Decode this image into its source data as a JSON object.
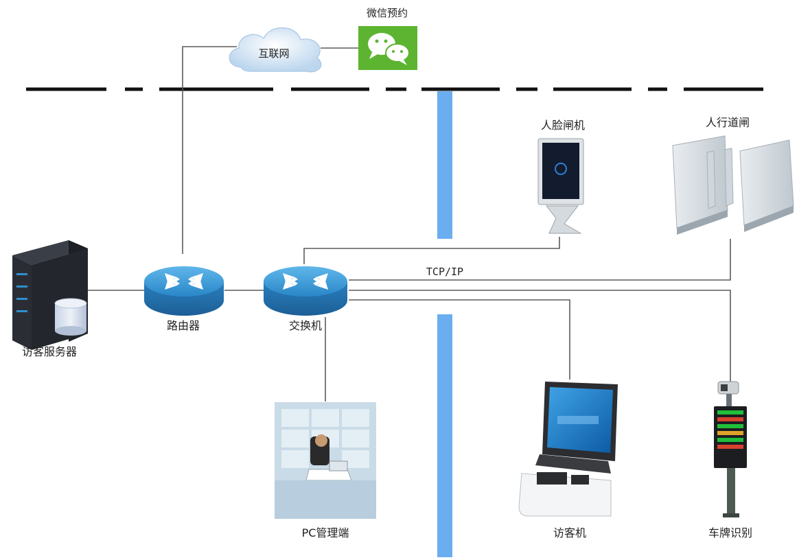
{
  "nodes": {
    "wechat": "微信预约",
    "internet": "互联网",
    "face_gate": "人脸闸机",
    "pedestrian_gate": "人行道闸",
    "server": "访客服务器",
    "router": "路由器",
    "switch": "交换机",
    "pc_admin": "PC管理端",
    "visitor_kiosk": "访客机",
    "plate_recognition": "车牌识别"
  },
  "link_label": "TCP/IP",
  "colors": {
    "line": "#5a5a5a",
    "divider_blue": "#6aaef0",
    "device_blue": "#2f8fd0",
    "wechat_green": "#5cb431"
  }
}
